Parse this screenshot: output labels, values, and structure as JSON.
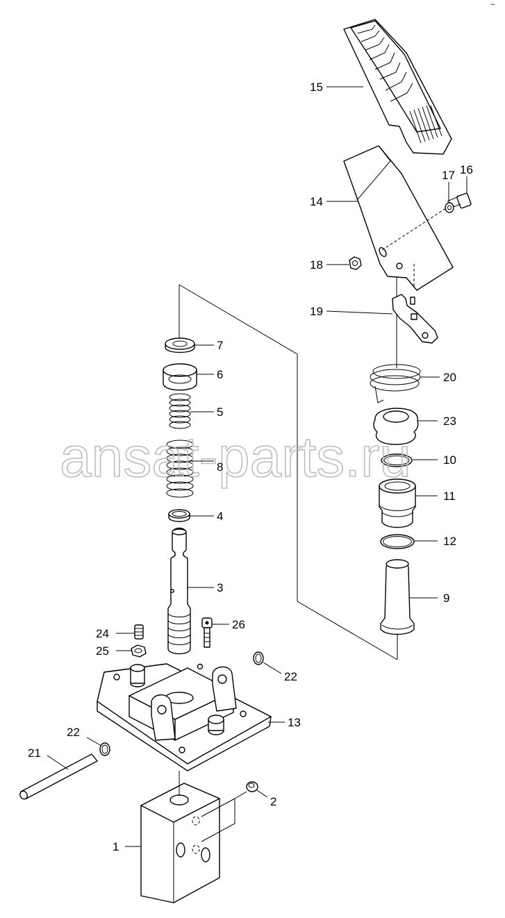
{
  "watermark": "ansat-parts.ru",
  "corner_mark": "~",
  "callouts": [
    {
      "id": "p15",
      "text": "15"
    },
    {
      "id": "p16",
      "text": "16"
    },
    {
      "id": "p17",
      "text": "17"
    },
    {
      "id": "p14",
      "text": "14"
    },
    {
      "id": "p18",
      "text": "18"
    },
    {
      "id": "p19",
      "text": "19"
    },
    {
      "id": "p7",
      "text": "7"
    },
    {
      "id": "p6",
      "text": "6"
    },
    {
      "id": "p20",
      "text": "20"
    },
    {
      "id": "p5",
      "text": "5"
    },
    {
      "id": "p23",
      "text": "23"
    },
    {
      "id": "p8",
      "text": "8"
    },
    {
      "id": "p10",
      "text": "10"
    },
    {
      "id": "p11",
      "text": "11"
    },
    {
      "id": "p4",
      "text": "4"
    },
    {
      "id": "p12",
      "text": "12"
    },
    {
      "id": "p3",
      "text": "3"
    },
    {
      "id": "p9",
      "text": "9"
    },
    {
      "id": "p24",
      "text": "24"
    },
    {
      "id": "p26",
      "text": "26"
    },
    {
      "id": "p25",
      "text": "25"
    },
    {
      "id": "p22a",
      "text": "22"
    },
    {
      "id": "p13",
      "text": "13"
    },
    {
      "id": "p22b",
      "text": "22"
    },
    {
      "id": "p21",
      "text": "21"
    },
    {
      "id": "p2",
      "text": "2"
    },
    {
      "id": "p1",
      "text": "1"
    }
  ]
}
